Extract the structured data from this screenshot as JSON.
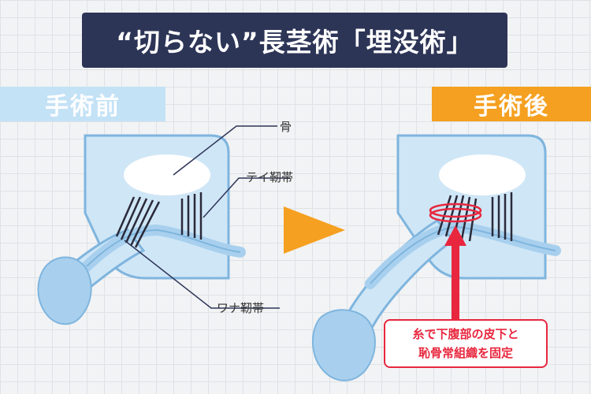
{
  "title": "“切らない”長茎術「埋没術」",
  "labels": {
    "before": "手術前",
    "after": "手術後"
  },
  "annotations": {
    "bone": "骨",
    "suspensory_ligament": "テイ靭帯",
    "fundiform_ligament": "ワナ靭帯"
  },
  "note": {
    "line1": "糸で下腹部の皮下と",
    "line2": "恥骨常組織を固定"
  },
  "colors": {
    "title_bg": "#2d3557",
    "before_label": "#c4e2f6",
    "after_label": "#f5a020",
    "arrow_play": "#f5a020",
    "note_red": "#e8273e",
    "body_fill": "#cfe6f6",
    "body_stroke": "#7fb5de"
  }
}
